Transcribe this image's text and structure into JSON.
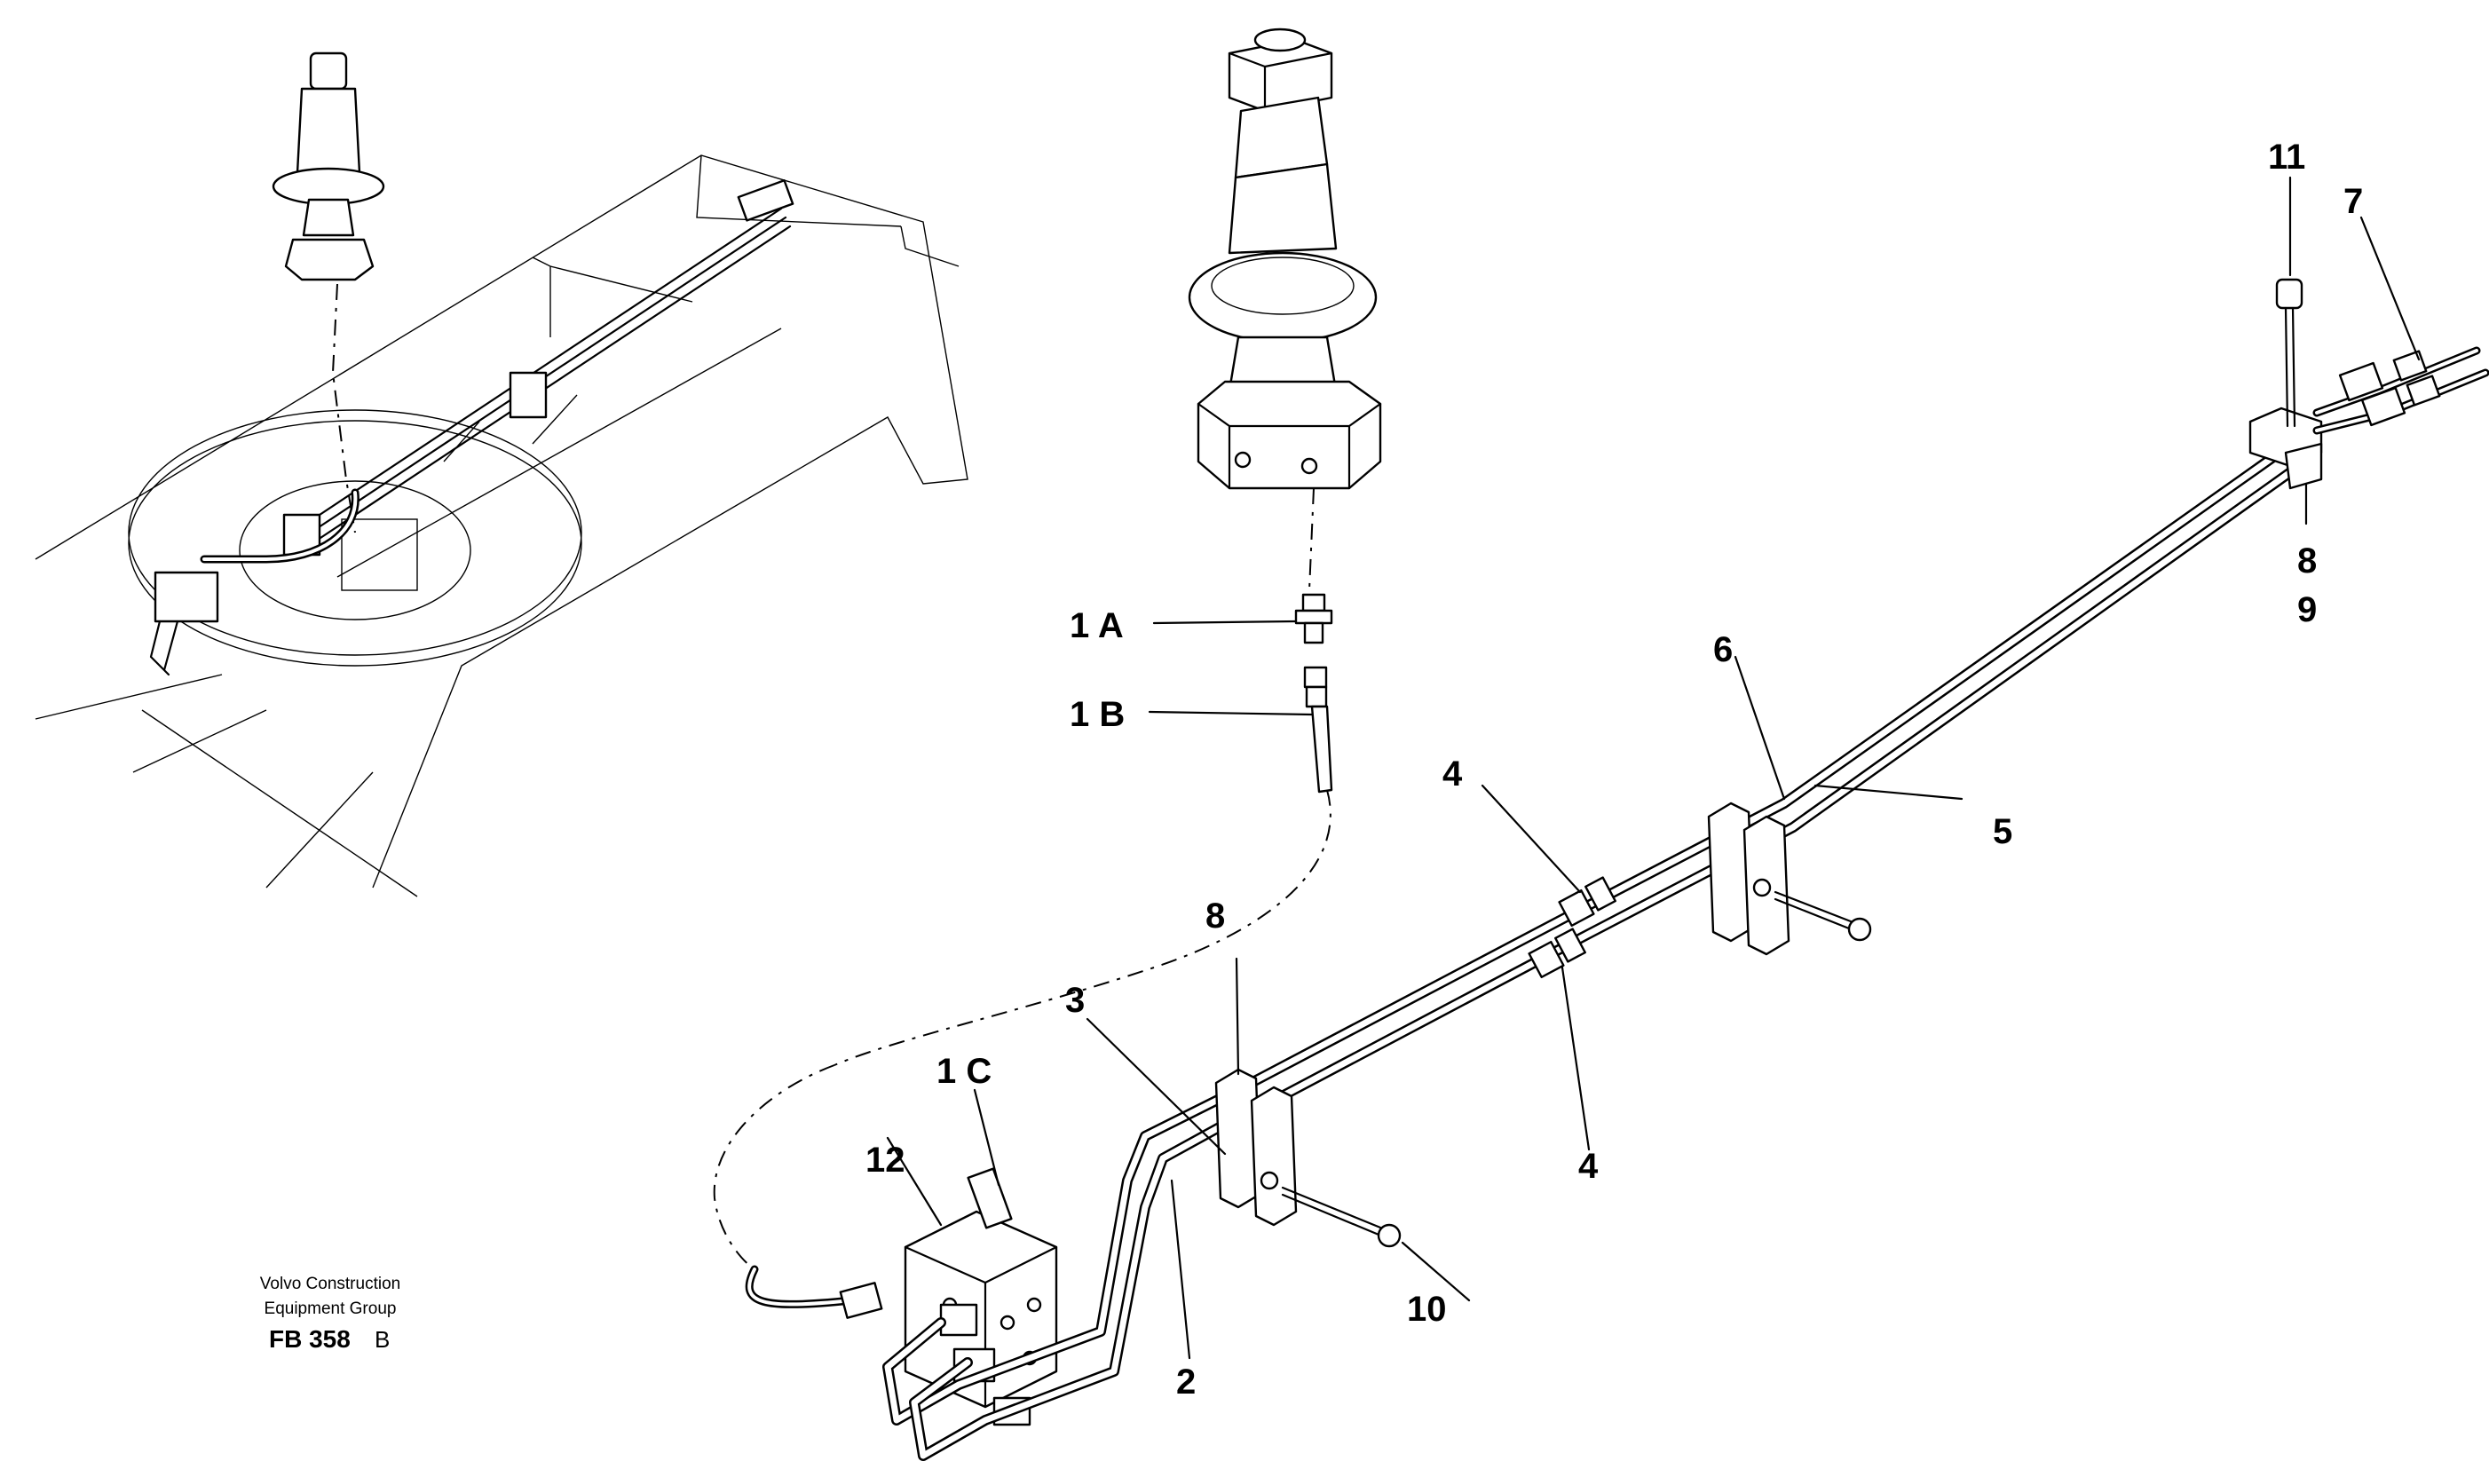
{
  "credit": {
    "company_line1": "Volvo Construction",
    "company_line2": "Equipment Group",
    "drawing_code": "FB 358",
    "drawing_rev": "B"
  },
  "callouts": {
    "c1a": "1 A",
    "c1b": "1 B",
    "c1c": "1 C",
    "c2": "2",
    "c3": "3",
    "c4_top": "4",
    "c4_bottom": "4",
    "c5": "5",
    "c6": "6",
    "c7": "7",
    "c8_left": "8",
    "c8_right": "8",
    "c9": "9",
    "c10": "10",
    "c11": "11",
    "c12": "12"
  }
}
